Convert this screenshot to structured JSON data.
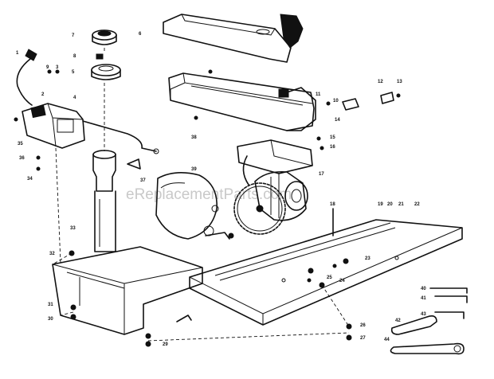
{
  "watermark": "eReplacementParts.com",
  "callouts": [
    {
      "id": "c1",
      "text": "1"
    },
    {
      "id": "c2",
      "text": "2"
    },
    {
      "id": "c3",
      "text": "3"
    },
    {
      "id": "c4",
      "text": "4"
    },
    {
      "id": "c5",
      "text": "5"
    },
    {
      "id": "c6",
      "text": "6"
    },
    {
      "id": "c7",
      "text": "7"
    },
    {
      "id": "c8",
      "text": "8"
    },
    {
      "id": "c9",
      "text": "9"
    },
    {
      "id": "c10",
      "text": "10"
    },
    {
      "id": "c11",
      "text": "11"
    },
    {
      "id": "c12",
      "text": "12"
    },
    {
      "id": "c13",
      "text": "13"
    },
    {
      "id": "c14",
      "text": "14"
    },
    {
      "id": "c15",
      "text": "15"
    },
    {
      "id": "c16",
      "text": "16"
    },
    {
      "id": "c17",
      "text": "17"
    },
    {
      "id": "c18",
      "text": "18"
    },
    {
      "id": "c19",
      "text": "19"
    },
    {
      "id": "c20",
      "text": "20"
    },
    {
      "id": "c21",
      "text": "21"
    },
    {
      "id": "c22",
      "text": "22"
    },
    {
      "id": "c23",
      "text": "23"
    },
    {
      "id": "c24",
      "text": "24"
    },
    {
      "id": "c25",
      "text": "25"
    },
    {
      "id": "c26",
      "text": "26"
    },
    {
      "id": "c27",
      "text": "27"
    },
    {
      "id": "c29",
      "text": "29"
    },
    {
      "id": "c30",
      "text": "30"
    },
    {
      "id": "c31",
      "text": "31"
    },
    {
      "id": "c32",
      "text": "32"
    },
    {
      "id": "c33",
      "text": "33"
    },
    {
      "id": "c34",
      "text": "34"
    },
    {
      "id": "c35",
      "text": "35"
    },
    {
      "id": "c36",
      "text": "36"
    },
    {
      "id": "c37",
      "text": "37"
    },
    {
      "id": "c38",
      "text": "38"
    },
    {
      "id": "c39",
      "text": "39"
    },
    {
      "id": "c40",
      "text": "40"
    },
    {
      "id": "c41",
      "text": "41"
    },
    {
      "id": "c42",
      "text": "42"
    },
    {
      "id": "c43",
      "text": "43"
    },
    {
      "id": "c44",
      "text": "44"
    }
  ]
}
